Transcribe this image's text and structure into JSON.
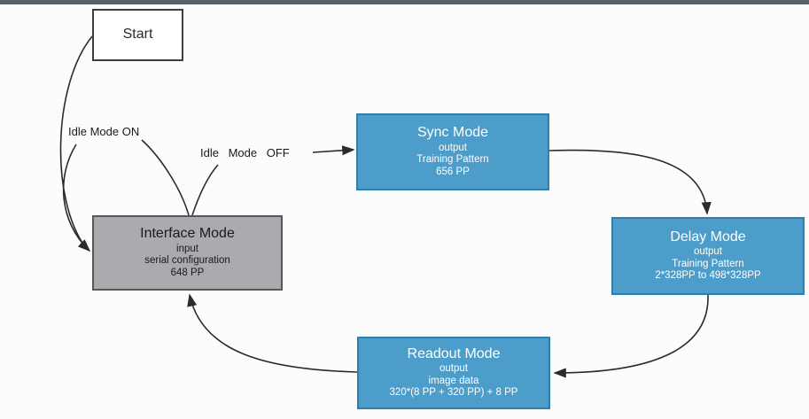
{
  "diagram": {
    "type": "state-machine",
    "nodes": {
      "start": {
        "title": "Start"
      },
      "sync": {
        "title": "Sync Mode",
        "lines": [
          "output",
          "Training Pattern",
          "656 PP"
        ]
      },
      "interface": {
        "title": "Interface Mode",
        "lines": [
          "input",
          "serial configuration",
          "648 PP"
        ]
      },
      "delay": {
        "title": "Delay Mode",
        "lines": [
          "output",
          "Training Pattern",
          "2*328PP to 498*328PP"
        ]
      },
      "readout": {
        "title": "Readout Mode",
        "lines": [
          "output",
          "image data",
          "320*(8 PP + 320 PP) + 8 PP"
        ]
      }
    },
    "edge_labels": {
      "idle_on": "Idle Mode ON",
      "idle_off": "Idle Mode OFF"
    },
    "edges": [
      "Start -> Interface Mode",
      "Interface Mode -> Interface Mode (Idle Mode ON)",
      "Interface Mode -> Sync Mode (Idle Mode OFF)",
      "Sync Mode -> Delay Mode",
      "Delay Mode -> Readout Mode",
      "Readout Mode -> Interface Mode"
    ],
    "colors": {
      "state_fill": "#4d9dca",
      "state_border": "#2d7fb0",
      "interface_fill": "#a9abae",
      "interface_border": "#555759",
      "start_fill": "#ffffff",
      "start_border": "#3d3d3d",
      "arrow_color": "#2b2b2b",
      "topbar_color": "#59626b"
    }
  }
}
